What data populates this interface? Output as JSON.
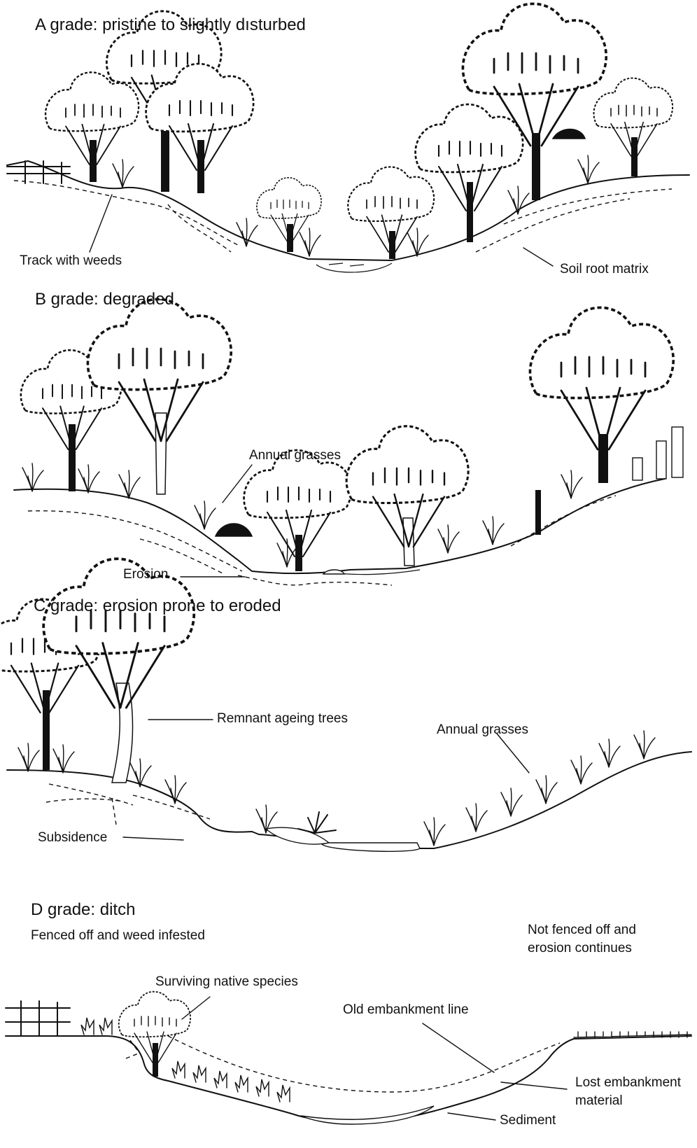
{
  "panels": {
    "a": {
      "title": "A grade: pristine to slightly dısturbed",
      "labels": {
        "track": "Track with weeds",
        "soil": "Soil root matrix"
      }
    },
    "b": {
      "title": "B grade: degraded",
      "labels": {
        "grasses": "Annual grasses",
        "erosion": "Erosion"
      }
    },
    "c": {
      "title": "C grade: erosion prone to eroded",
      "labels": {
        "trees": "Remnant ageing trees",
        "grasses": "Annual grasses",
        "subsidence": "Subsidence"
      }
    },
    "d": {
      "title": "D grade: ditch",
      "subtitle": "Fenced off and weed infested",
      "note_line1": "Not fenced off and",
      "note_line2": "erosion continues",
      "labels": {
        "surviving": "Surviving native species",
        "embankment": "Old embankment line",
        "lost_line1": "Lost embankment",
        "lost_line2": "material",
        "sediment": "Sediment"
      }
    }
  }
}
